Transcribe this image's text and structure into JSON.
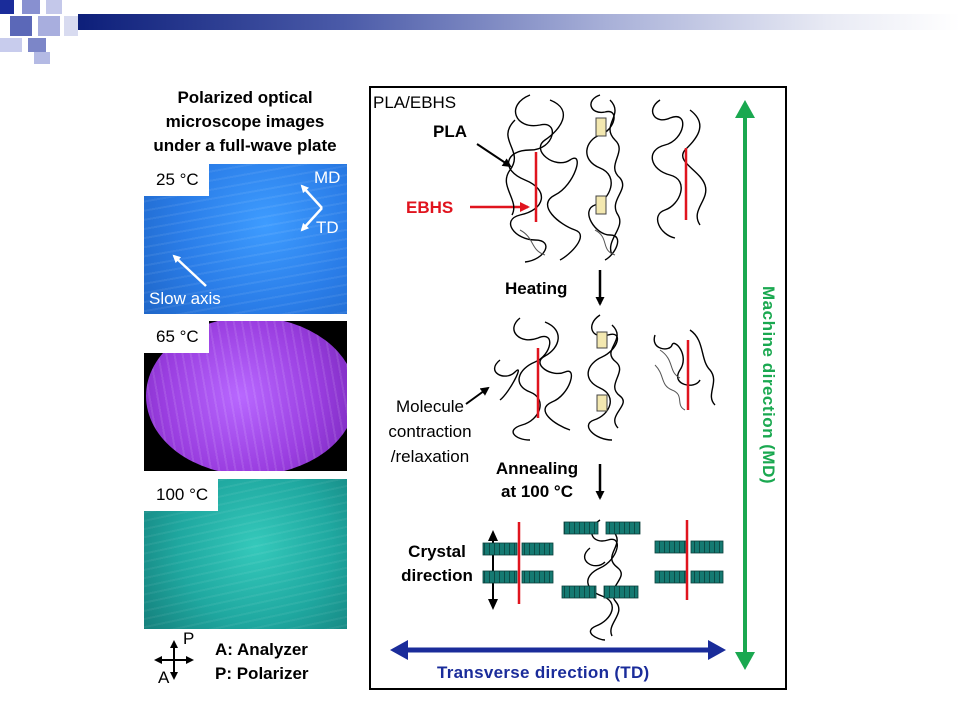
{
  "left_panel": {
    "title_lines": [
      "Polarized optical",
      "microscope images",
      "under a full-wave plate"
    ],
    "images": [
      {
        "temperature": "25 °C",
        "color": "#2a7de8"
      },
      {
        "temperature": "65 °C",
        "color": "#9a3ee0"
      },
      {
        "temperature": "100 °C",
        "color": "#1fa8a0"
      }
    ],
    "md_label": "MD",
    "td_label": "TD",
    "slow_axis_label": "Slow axis",
    "legend": {
      "p_symbol": "P",
      "a_symbol": "A",
      "analyzer": "A: Analyzer",
      "polarizer": "P: Polarizer"
    }
  },
  "diagram": {
    "system_label": "PLA/EBHS",
    "pla_label": "PLA",
    "ebhs_label": "EBHS",
    "heating_label": "Heating",
    "molecule_lines": [
      "Molecule",
      "contraction",
      "/relaxation"
    ],
    "annealing_lines": [
      "Annealing",
      "at 100 °C"
    ],
    "crystal_lines": [
      "Crystal",
      "direction"
    ],
    "md_axis_label": "Machine direction (MD)",
    "td_axis_label": "Transverse direction (TD)",
    "colors": {
      "ebhs_red": "#e0141e",
      "md_green": "#1aa850",
      "td_navy": "#1a2c9a",
      "crystal_teal": "#157a72"
    }
  }
}
